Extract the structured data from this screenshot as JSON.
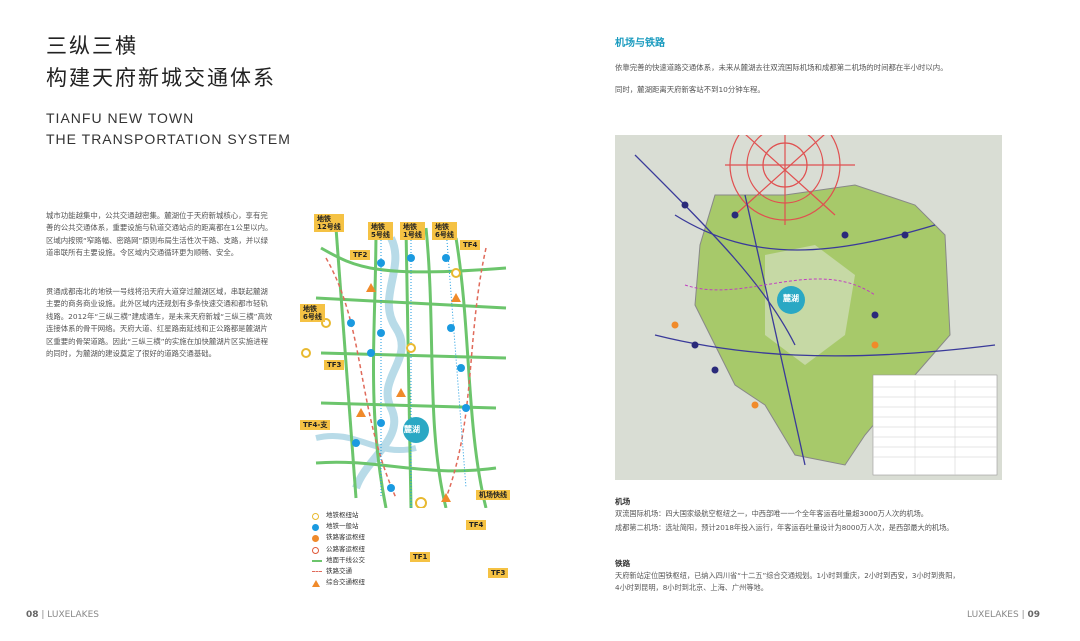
{
  "left": {
    "title_line1": "三纵三横",
    "title_line2": "构建天府新城交通体系",
    "title_en_line1": "TIANFU NEW TOWN",
    "title_en_line2": "THE TRANSPORTATION SYSTEM",
    "para1": "城市功能越集中，公共交通越密集。麓湖位于天府新城核心，享有完善的公共交通体系，重要设施与轨道交通站点的距离都在1公里以内。区域内按照“窄路幅、密路网”原则布局生活性次干路、支路，并以绿道串联所有主要设施。令区域内交通循环更为顺畅、安全。",
    "para2": "贯通成都南北的地铁一号线将沿天府大道穿过麓湖区域，串联起麓湖主要的商务商业设施。此外区域内还规划有多条快速交通和都市轻轨线路。2012年“三纵三横”建成通车，是未来天府新城“三纵三横”高效连接体系的骨干网络。天府大道、红星路南延线和正公路都是麓湖片区重要的骨架道路。因此“三纵三横”的实施在加快麓湖片区实施进程的同时，为麓湖的建设奠定了很好的道路交通基础。"
  },
  "left_map": {
    "labels": {
      "m12": "地铁\n12号线",
      "m5": "地铁\n5号线",
      "m1": "地铁\n1号线",
      "m6a": "地铁\n6号线",
      "m6b": "地铁\n6号线",
      "tf2": "TF2",
      "tf4a": "TF4",
      "tf3a": "TF3",
      "tf4zhi": "TF4-支",
      "luhu": "麓湖",
      "airport": "机场快线",
      "tf4b": "TF4",
      "tf1": "TF1",
      "tf3b": "TF3"
    },
    "legend": [
      "地铁枢纽站",
      "地铁一般站",
      "铁路客运枢纽",
      "公路客运枢纽",
      "地面干线公交",
      "铁路交通",
      "综合交通枢纽"
    ]
  },
  "right": {
    "heading": "机场与铁路",
    "para1": "依靠完善的快速道路交通体系，未来从麓湖去往双流国际机场和成都第二机场的时间都在半小时以内。",
    "para2": "同时，麓湖距离天府新客站不到10分钟车程。",
    "map_label_luhu": "麓湖",
    "airport_title": "机场",
    "airport_line1": "双流国际机场：四大国家级航空枢纽之一，中西部唯一一个全年客运吞吐量超3000万人次的机场。",
    "airport_line2": "成都第二机场：选址简阳，预计2018年投入运行，年客运吞吐量设计为8000万人次，是西部最大的机场。",
    "rail_title": "铁路",
    "rail_line1": "天府新站定位国铁枢纽，已纳入四川省“十二五”综合交通规划。1小时到重庆，2小时到西安，3小时到贵阳，",
    "rail_line2": "4小时到昆明，8小时到北京、上海、广州等地。"
  },
  "footer": {
    "left_num": "08",
    "left_brand": "LUXELAKES",
    "right_brand": "LUXELAKES",
    "right_num": "09"
  },
  "colors": {
    "accent": "#1a9bbf",
    "tag": "#f5c244",
    "green": "#6cc56c",
    "rail": "#e06a5a",
    "metro": "#1a9ae0"
  }
}
